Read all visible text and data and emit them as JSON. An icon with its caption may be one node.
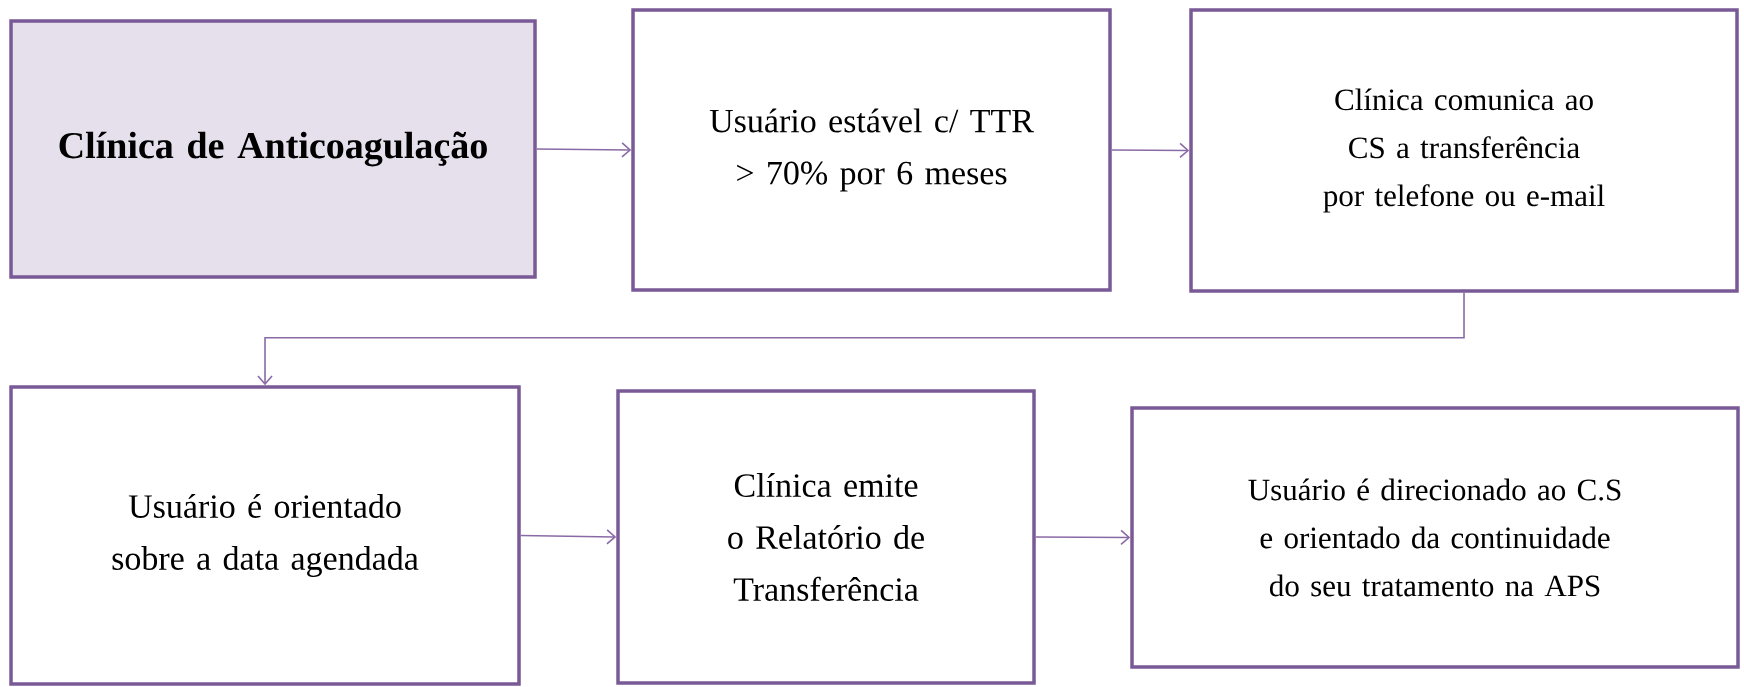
{
  "diagram": {
    "nodes": [
      {
        "text": [
          "Clínica de Anticoagulação"
        ]
      },
      {
        "text": [
          "Usuário estável c/ TTR > 70% por 6 meses"
        ]
      },
      {
        "text": [
          "Clínica comunica ao CS a transferência por telefone ou e-mail"
        ]
      },
      {
        "text": [
          "Usuário é orientado sobre a data agendada"
        ]
      },
      {
        "text": [
          "Clínica emite o Relatório de Transferência"
        ]
      },
      {
        "text": [
          "Usuário é direcionado ao C.S e orientado da continuidade do seu tratamento na APS"
        ]
      }
    ],
    "edges": [
      {
        "from": 0,
        "to": 1,
        "arrow": "to"
      },
      {
        "from": 1,
        "to": 2,
        "arrow": "to"
      },
      {
        "from": 2,
        "to": 3,
        "arrow": "to"
      },
      {
        "from": 3,
        "to": 4,
        "arrow": "to"
      },
      {
        "from": 4,
        "to": 5,
        "arrow": "to"
      }
    ]
  }
}
